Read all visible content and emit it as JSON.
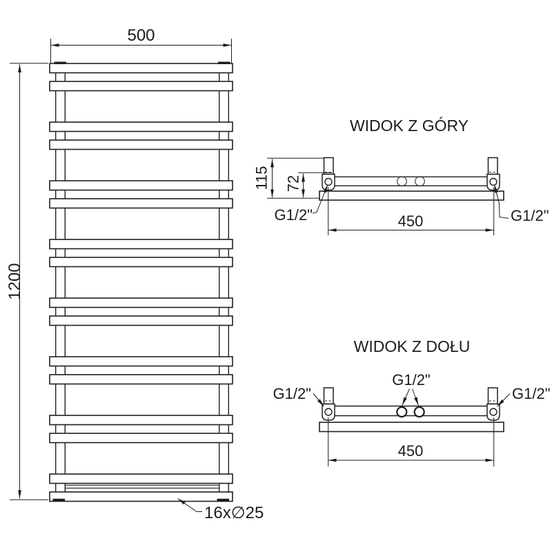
{
  "drawing": {
    "front_view": {
      "width_dim": "500",
      "height_dim": "1200",
      "tube_count_label": "16x∅25"
    },
    "top_view": {
      "title": "WIDOK Z GÓRY",
      "depth_dim": "115",
      "offset_dim": "72",
      "axis_spacing_dim": "450",
      "left_connection": "G1/2\"",
      "right_connection": "G1/2\""
    },
    "bottom_view": {
      "title": "WIDOK Z DOŁU",
      "center_connection": "G1/2\"",
      "left_connection": "G1/2\"",
      "right_connection": "G1/2\"",
      "axis_spacing_dim": "450"
    },
    "colors": {
      "line": "#1c1c1c",
      "background": "#ffffff"
    }
  }
}
